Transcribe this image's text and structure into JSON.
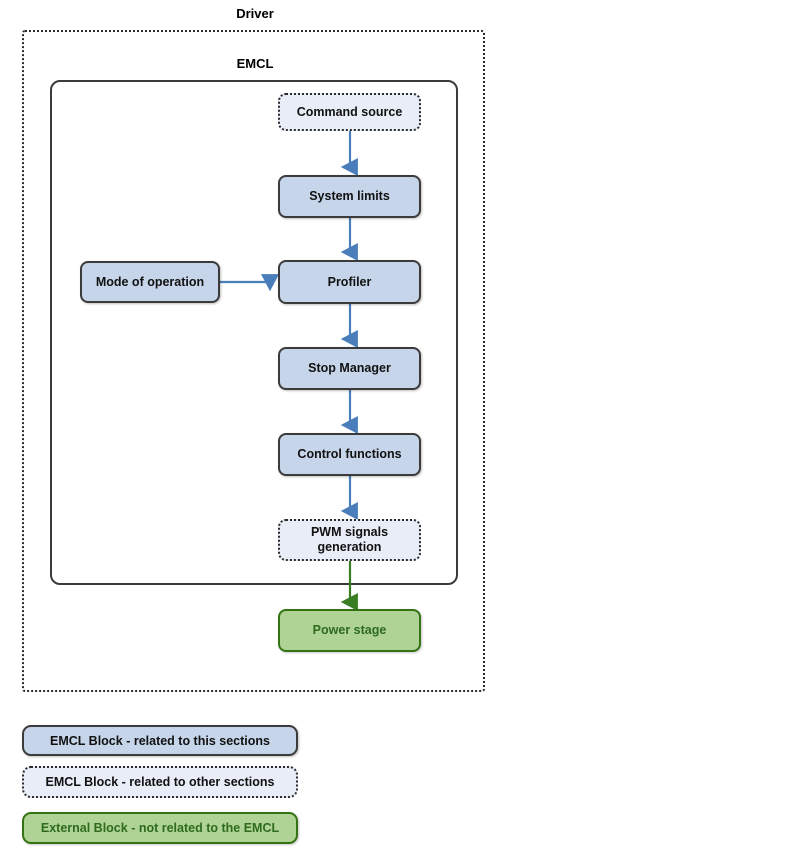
{
  "diagram": {
    "outer_container": {
      "title": "Driver"
    },
    "inner_container": {
      "title": "EMCL"
    },
    "nodes": [
      {
        "id": "command-source",
        "label": "Command source",
        "style": "dotted"
      },
      {
        "id": "system-limits",
        "label": "System limits",
        "style": "solid"
      },
      {
        "id": "mode-of-operation",
        "label": "Mode of operation",
        "style": "solid"
      },
      {
        "id": "profiler",
        "label": "Profiler",
        "style": "solid"
      },
      {
        "id": "stop-manager",
        "label": "Stop Manager",
        "style": "solid"
      },
      {
        "id": "control-functions",
        "label": "Control functions",
        "style": "solid"
      },
      {
        "id": "pwm-signals",
        "label": "PWM signals\ngeneration",
        "style": "dotted"
      },
      {
        "id": "power-stage",
        "label": "Power stage",
        "style": "green"
      }
    ],
    "edges": [
      {
        "from": "command-source",
        "to": "system-limits",
        "color": "#4a7ebb"
      },
      {
        "from": "system-limits",
        "to": "profiler",
        "color": "#4a7ebb"
      },
      {
        "from": "mode-of-operation",
        "to": "profiler",
        "color": "#4a7ebb"
      },
      {
        "from": "profiler",
        "to": "stop-manager",
        "color": "#4a7ebb"
      },
      {
        "from": "stop-manager",
        "to": "control-functions",
        "color": "#4a7ebb"
      },
      {
        "from": "control-functions",
        "to": "pwm-signals",
        "color": "#4a7ebb"
      },
      {
        "from": "pwm-signals",
        "to": "power-stage",
        "color": "#3a7d22"
      }
    ]
  },
  "legend": {
    "items": [
      {
        "id": "legend-emcl-this",
        "label": "EMCL Block - related to this sections",
        "style": "solid"
      },
      {
        "id": "legend-emcl-other",
        "label": "EMCL Block - related to other sections",
        "style": "dotted"
      },
      {
        "id": "legend-external",
        "label": "External Block - not related to the EMCL",
        "style": "green"
      }
    ]
  },
  "colors": {
    "node_blue_fill": "#c6d5ea",
    "node_blue_light_fill": "#e8edf8",
    "node_green_fill": "#aed394",
    "node_border_dark": "#3b3b3b",
    "node_border_green": "#347314",
    "arrow_blue": "#4a7ebb",
    "arrow_green": "#3a7d22",
    "text_green": "#2e6b1f"
  }
}
